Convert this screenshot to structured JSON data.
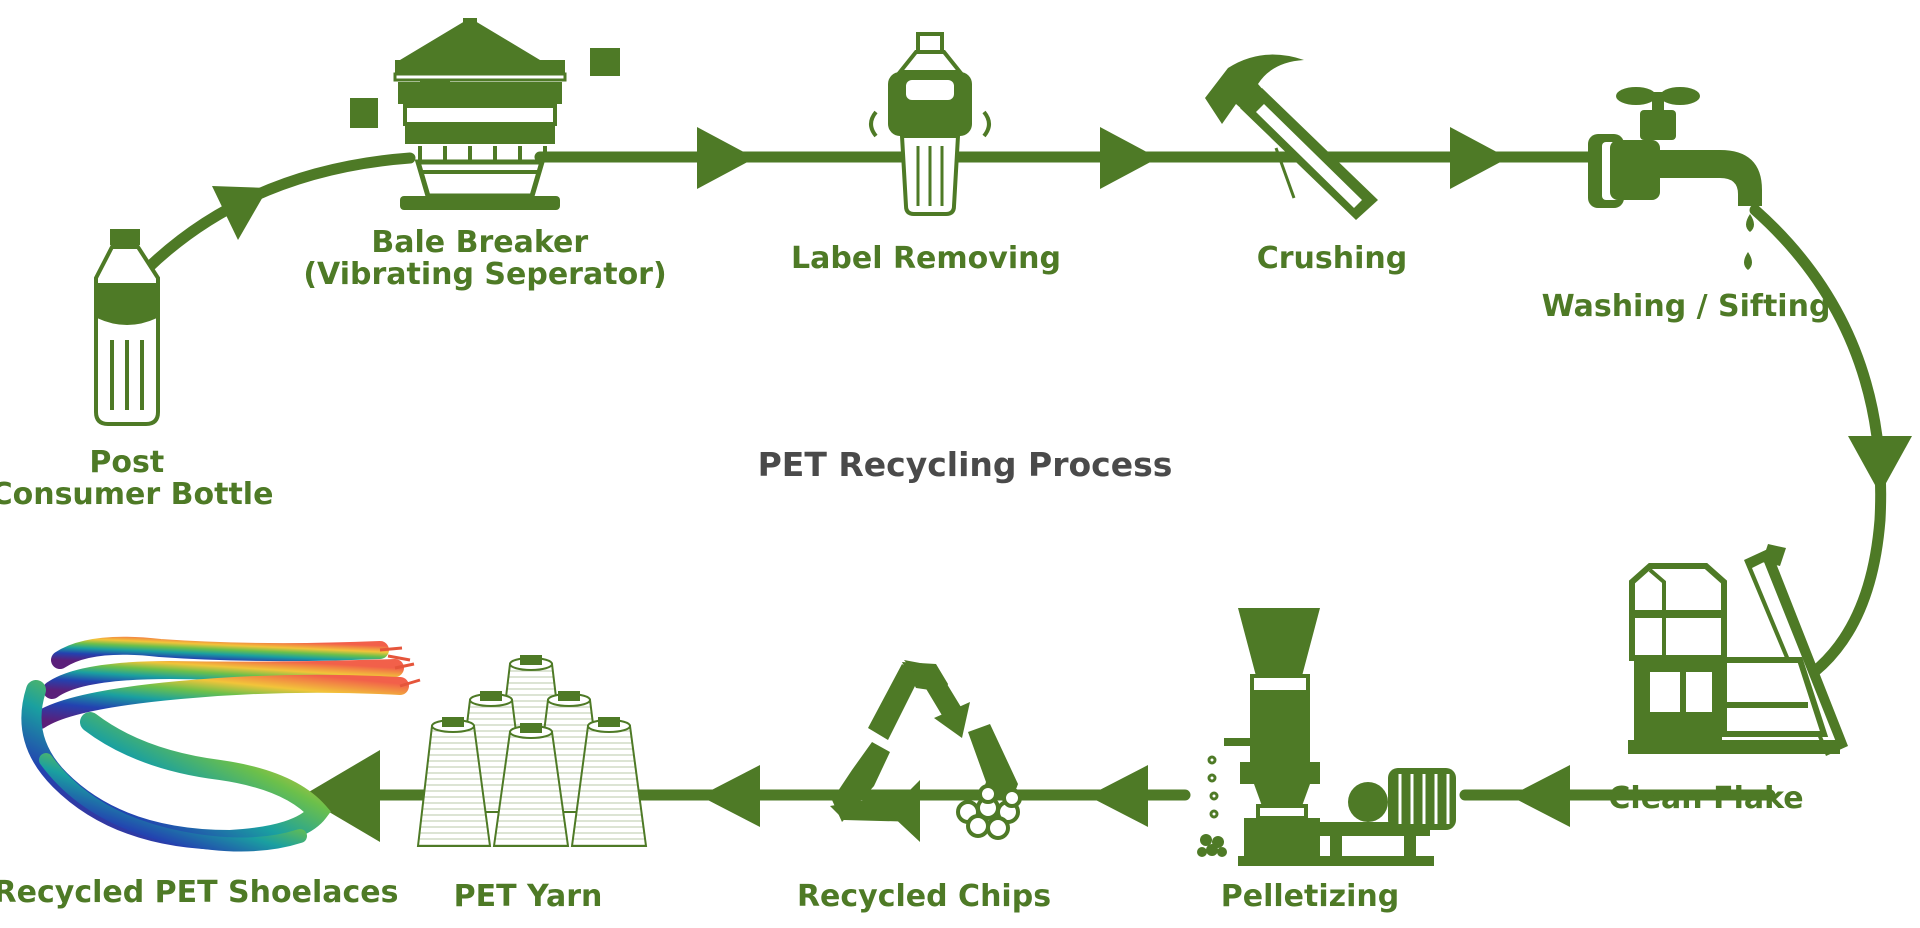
{
  "diagram": {
    "title": "PET Recycling Process",
    "colors": {
      "accent": "#4e7a26",
      "title": "#4a4a4a",
      "background": "#ffffff"
    },
    "steps": [
      {
        "id": "post-consumer-bottle",
        "lines": [
          "Post",
          "Consumer Bottle"
        ],
        "icon": "bottle-icon"
      },
      {
        "id": "bale-breaker",
        "lines": [
          "Bale Breaker",
          "(Vibrating Seperator)"
        ],
        "icon": "vibrating-separator-icon"
      },
      {
        "id": "label-removing",
        "lines": [
          "Label Removing"
        ],
        "icon": "label-removing-bottle-icon"
      },
      {
        "id": "crushing",
        "lines": [
          "Crushing"
        ],
        "icon": "hammer-icon"
      },
      {
        "id": "washing-sifting",
        "lines": [
          "Washing / Sifting"
        ],
        "icon": "water-tap-icon"
      },
      {
        "id": "clean-flake",
        "lines": [
          "Clean Flake"
        ],
        "icon": "flake-machine-icon"
      },
      {
        "id": "pelletizing",
        "lines": [
          "Pelletizing"
        ],
        "icon": "pelletizer-machine-icon"
      },
      {
        "id": "recycled-chips",
        "lines": [
          "Recycled Chips"
        ],
        "icon": "recycle-symbol-icon"
      },
      {
        "id": "pet-yarn",
        "lines": [
          "PET Yarn"
        ],
        "icon": "yarn-cones-icon"
      },
      {
        "id": "recycled-pet-shoelaces",
        "lines": [
          "Recycled PET Shoelaces"
        ],
        "icon": "shoelaces-icon"
      }
    ]
  }
}
